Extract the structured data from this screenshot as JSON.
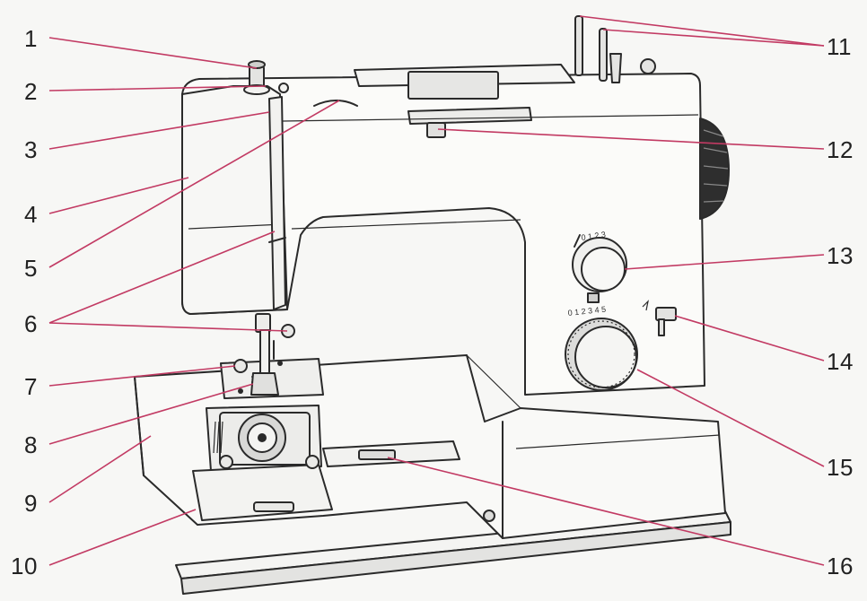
{
  "diagram": {
    "callouts": [
      {
        "id": "1",
        "label": "1"
      },
      {
        "id": "2",
        "label": "2"
      },
      {
        "id": "3",
        "label": "3"
      },
      {
        "id": "4",
        "label": "4"
      },
      {
        "id": "5",
        "label": "5"
      },
      {
        "id": "6",
        "label": "6"
      },
      {
        "id": "7",
        "label": "7"
      },
      {
        "id": "8",
        "label": "8"
      },
      {
        "id": "9",
        "label": "9"
      },
      {
        "id": "10",
        "label": "10"
      },
      {
        "id": "11",
        "label": "11"
      },
      {
        "id": "12",
        "label": "12"
      },
      {
        "id": "13",
        "label": "13"
      },
      {
        "id": "14",
        "label": "14"
      },
      {
        "id": "15",
        "label": "15"
      },
      {
        "id": "16",
        "label": "16"
      }
    ],
    "stitch_width_dial_marks": "0 1 2 3",
    "stitch_length_dial_marks": "0 1 2 3 4 5",
    "colors": {
      "leader": "#c23a63",
      "outline": "#2a2a2a",
      "body": "#f9f9f7"
    }
  }
}
